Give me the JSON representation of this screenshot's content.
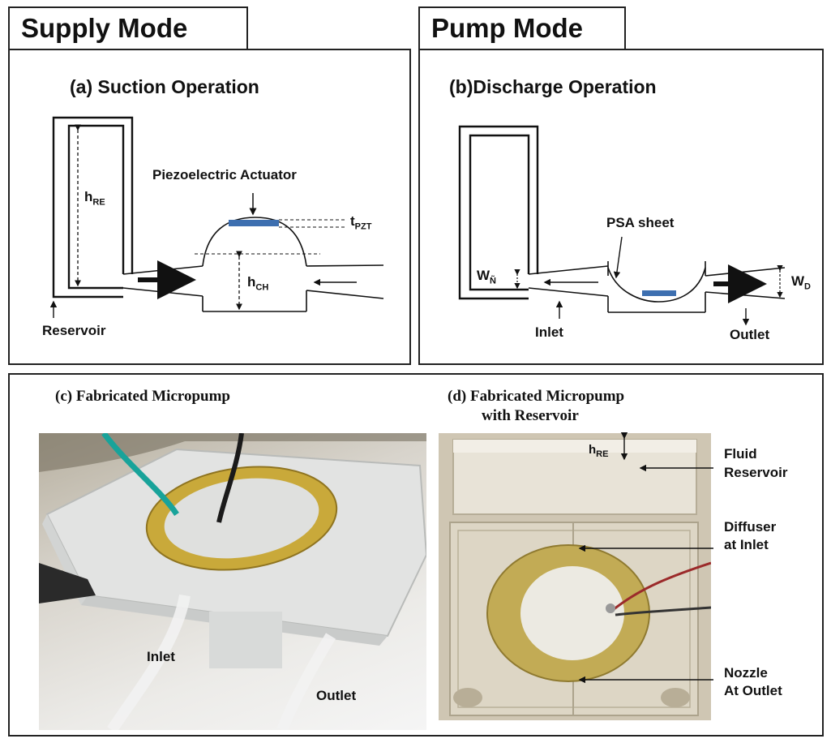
{
  "modes": {
    "supply": "Supply Mode",
    "pump": "Pump Mode"
  },
  "panel_a": {
    "title": "(a)  Suction Operation",
    "actuator_label": "Piezoelectric Actuator",
    "reservoir_label": "Reservoir",
    "h_re": {
      "main": "h",
      "sub": "RE"
    },
    "h_ch": {
      "main": "h",
      "sub": "CH"
    },
    "t_pzt": {
      "main": "t",
      "sub": "PZT"
    }
  },
  "panel_b": {
    "title": "(b)Discharge Operation",
    "psa_label": "PSA sheet",
    "inlet_label": "Inlet",
    "outlet_label": "Outlet",
    "w_n": {
      "main": "W",
      "sub": "Ñ"
    },
    "w_d": {
      "main": "W",
      "sub": "D"
    }
  },
  "panel_c": {
    "title": "(c) Fabricated Micropump",
    "inlet_label": "Inlet",
    "outlet_label": "Outlet"
  },
  "panel_d": {
    "title_line1": "(d) Fabricated Micropump",
    "title_line2": "with Reservoir",
    "h_re": {
      "main": "h",
      "sub": "RE"
    },
    "fluid_reservoir_1": "Fluid",
    "fluid_reservoir_2": "Reservoir",
    "diffuser_1": "Diffuser",
    "diffuser_2": "at Inlet",
    "nozzle_1": "Nozzle",
    "nozzle_2": "At Outlet"
  },
  "colors": {
    "actuator": "#3d6fb0",
    "brass": "#c9a93a",
    "teal_wire": "#18a39a",
    "red_wire": "#9b2a2a"
  }
}
